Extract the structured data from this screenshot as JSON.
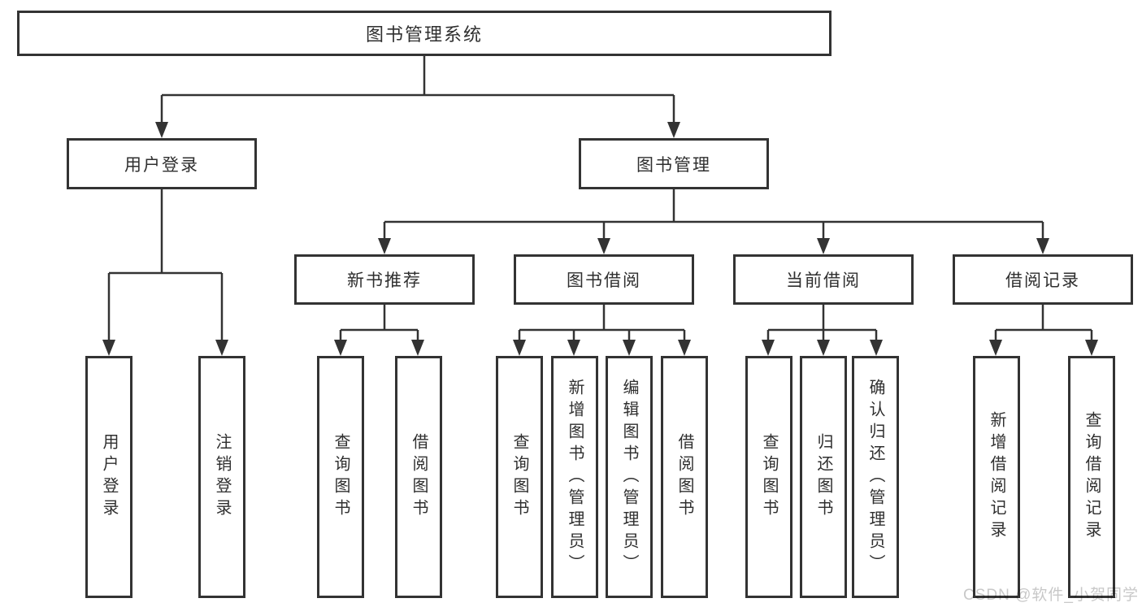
{
  "title": "图书管理系统",
  "nodes": {
    "user_login": "用户登录",
    "book_mgmt": "图书管理",
    "new_book_rec": "新书推荐",
    "book_borrow": "图书借阅",
    "current_borrow": "当前借阅",
    "borrow_record": "借阅记录"
  },
  "leaves": {
    "user_login": [
      "用户登录",
      "注销登录"
    ],
    "new_book_rec": [
      "查询图书",
      "借阅图书"
    ],
    "book_borrow": [
      "查询图书",
      "新增图书（管理员）",
      "编辑图书（管理员）",
      "借阅图书"
    ],
    "current_borrow": [
      "查询图书",
      "归还图书",
      "确认归还（管理员）"
    ],
    "borrow_record": [
      "新增借阅记录",
      "查询借阅记录"
    ]
  },
  "watermark": "CSDN @软件_小贺同学",
  "colors": {
    "line": "#333333",
    "text": "#2f2f2f",
    "box_background": "#ffffff",
    "watermark": "#c8c8c8",
    "background": "#ffffff"
  }
}
